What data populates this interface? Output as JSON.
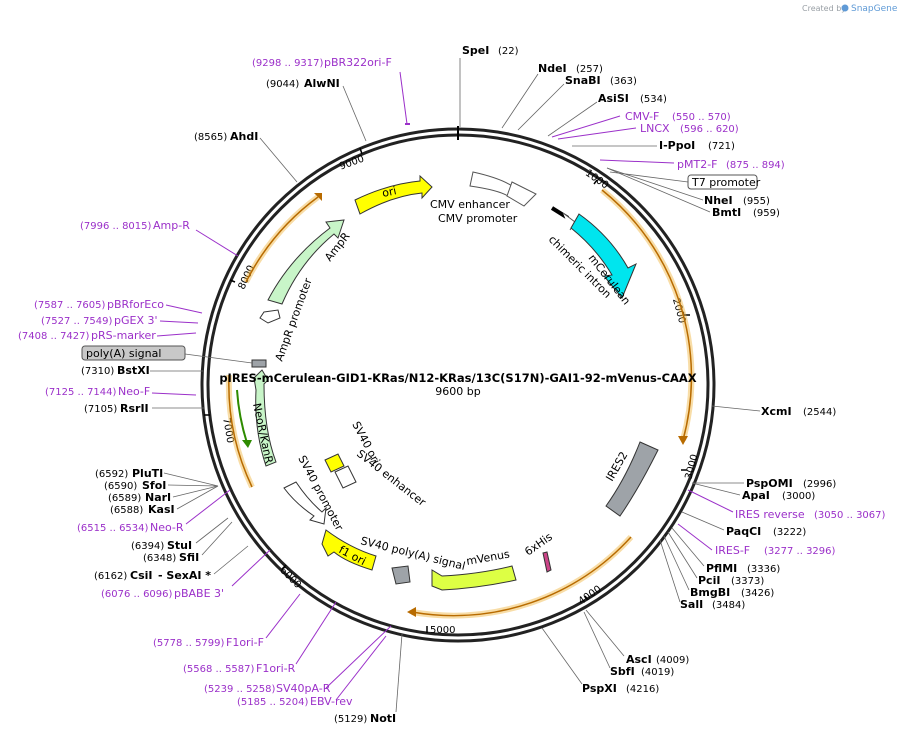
{
  "title": "pIRES-mCerulean-GID1-KRas/N12-KRas/13C(S17N)-GAI1-92-mVenus-CAAX",
  "length_label": "9600 bp",
  "total_bp": 9600,
  "credit": {
    "created_by": "Created by",
    "brand": "SnapGene"
  },
  "ticks": [
    "1000",
    "2000",
    "3000",
    "4000",
    "5000",
    "6000",
    "7000",
    "8000",
    "9000"
  ],
  "sites": [
    {
      "id": "spei",
      "name": "SpeI",
      "pos": "(22)"
    },
    {
      "id": "ndei",
      "name": "NdeI",
      "pos": "(257)"
    },
    {
      "id": "snabi",
      "name": "SnaBI",
      "pos": "(363)"
    },
    {
      "id": "asisi",
      "name": "AsiSI",
      "pos": "(534)"
    },
    {
      "id": "ippoi",
      "name": "I-PpoI",
      "pos": "(721)"
    },
    {
      "id": "nhei",
      "name": "NheI",
      "pos": "(955)"
    },
    {
      "id": "bmti",
      "name": "BmtI",
      "pos": "(959)"
    },
    {
      "id": "xcmi",
      "name": "XcmI",
      "pos": "(2544)"
    },
    {
      "id": "pspomi",
      "name": "PspOMI",
      "pos": "(2996)"
    },
    {
      "id": "apai",
      "name": "ApaI",
      "pos": "(3000)"
    },
    {
      "id": "paqci",
      "name": "PaqCI",
      "pos": "(3222)"
    },
    {
      "id": "pflmi",
      "name": "PflMI",
      "pos": "(3336)"
    },
    {
      "id": "pcii",
      "name": "PciI",
      "pos": "(3373)"
    },
    {
      "id": "bmgbi",
      "name": "BmgBI",
      "pos": "(3426)"
    },
    {
      "id": "sali",
      "name": "SalI",
      "pos": "(3484)"
    },
    {
      "id": "asci",
      "name": "AscI",
      "pos": "(4009)"
    },
    {
      "id": "sbfi",
      "name": "SbfI",
      "pos": "(4019)"
    },
    {
      "id": "pspxi",
      "name": "PspXI",
      "pos": "(4216)"
    },
    {
      "id": "noti",
      "name": "NotI",
      "pos": "(5129)"
    },
    {
      "id": "csii",
      "name": "CsiI",
      "pos": "(6162)"
    },
    {
      "id": "sexai",
      "name": "- SexAI *",
      "pos": ""
    },
    {
      "id": "sfii",
      "name": "SfiI",
      "pos": "(6348)"
    },
    {
      "id": "stui",
      "name": "StuI",
      "pos": "(6394)"
    },
    {
      "id": "kasi",
      "name": "KasI",
      "pos": "(6588)"
    },
    {
      "id": "nari",
      "name": "NarI",
      "pos": "(6589)"
    },
    {
      "id": "sfoi",
      "name": "SfoI",
      "pos": "(6590)"
    },
    {
      "id": "pluti",
      "name": "PluTI",
      "pos": "(6592)"
    },
    {
      "id": "rsrii",
      "name": "RsrII",
      "pos": "(7105)"
    },
    {
      "id": "bstxi",
      "name": "BstXI",
      "pos": "(7310)"
    },
    {
      "id": "ahdi",
      "name": "AhdI",
      "pos": "(8565)"
    },
    {
      "id": "alwni",
      "name": "AlwNI",
      "pos": "(9044)"
    }
  ],
  "primers": [
    {
      "id": "pbr322",
      "name": "pBR322ori-F",
      "range": "(9298 .. 9317)"
    },
    {
      "id": "cmvf",
      "name": "CMV-F",
      "range": "(550 .. 570)"
    },
    {
      "id": "lncx",
      "name": "LNCX",
      "range": "(596 .. 620)"
    },
    {
      "id": "pmt2f",
      "name": "pMT2-F",
      "range": "(875 .. 894)"
    },
    {
      "id": "iresrev",
      "name": "IRES reverse",
      "range": "(3050 .. 3067)"
    },
    {
      "id": "iresf",
      "name": "IRES-F",
      "range": "(3277 .. 3296)"
    },
    {
      "id": "sv40par",
      "name": "SV40pA-R",
      "range": "(5239 .. 5258)"
    },
    {
      "id": "ebvrev",
      "name": "EBV-rev",
      "range": "(5185 .. 5204)"
    },
    {
      "id": "f1orir",
      "name": "F1ori-R",
      "range": "(5568 .. 5587)"
    },
    {
      "id": "f1orif",
      "name": "F1ori-F",
      "range": "(5778 .. 5799)"
    },
    {
      "id": "pbabe3",
      "name": "pBABE 3'",
      "range": "(6076 .. 6096)"
    },
    {
      "id": "neor",
      "name": "Neo-R",
      "range": "(6515 .. 6534)"
    },
    {
      "id": "neof",
      "name": "Neo-F",
      "range": "(7125 .. 7144)"
    },
    {
      "id": "prsmarker",
      "name": "pRS-marker",
      "range": "(7408 .. 7427)"
    },
    {
      "id": "pgex3",
      "name": "pGEX 3'",
      "range": "(7527 .. 7549)"
    },
    {
      "id": "pbrforeco",
      "name": "pBRforEco",
      "range": "(7587 .. 7605)"
    },
    {
      "id": "ampr",
      "name": "Amp-R",
      "range": "(7996 .. 8015)"
    }
  ],
  "boxed_labels": {
    "t7": "T7 promoter",
    "polya": "poly(A) signal"
  },
  "features": {
    "cmv_enhancer": "CMV enhancer",
    "cmv_promoter": "CMV promoter",
    "chimeric_intron": "chimeric intron",
    "mcerulean": "mCerulean",
    "ori": "ori",
    "ampr": "AmpR",
    "ampr_promoter": "AmpR promoter",
    "neor_kanr": "NeoR/KanR",
    "sv40_promoter": "SV40 promoter",
    "sv40_ori": "SV40 ori",
    "sv40_enhancer": "SV40 enhancer",
    "f1_ori": "f1 ori",
    "sv40_polya": "SV40 poly(A) signal",
    "mvenus": "mVenus",
    "his": "6xHis",
    "ires2": "IRES2"
  },
  "colors": {
    "primer": "#9b30c9",
    "orf_outline": "#f0b43c",
    "ori": "#ffff00",
    "mcerulean": "#00e5ee",
    "ampr": "#c8f5c8",
    "mvenus": "#ddff44",
    "ires": "#9ea3a8",
    "brand": "#5f9ad6"
  }
}
